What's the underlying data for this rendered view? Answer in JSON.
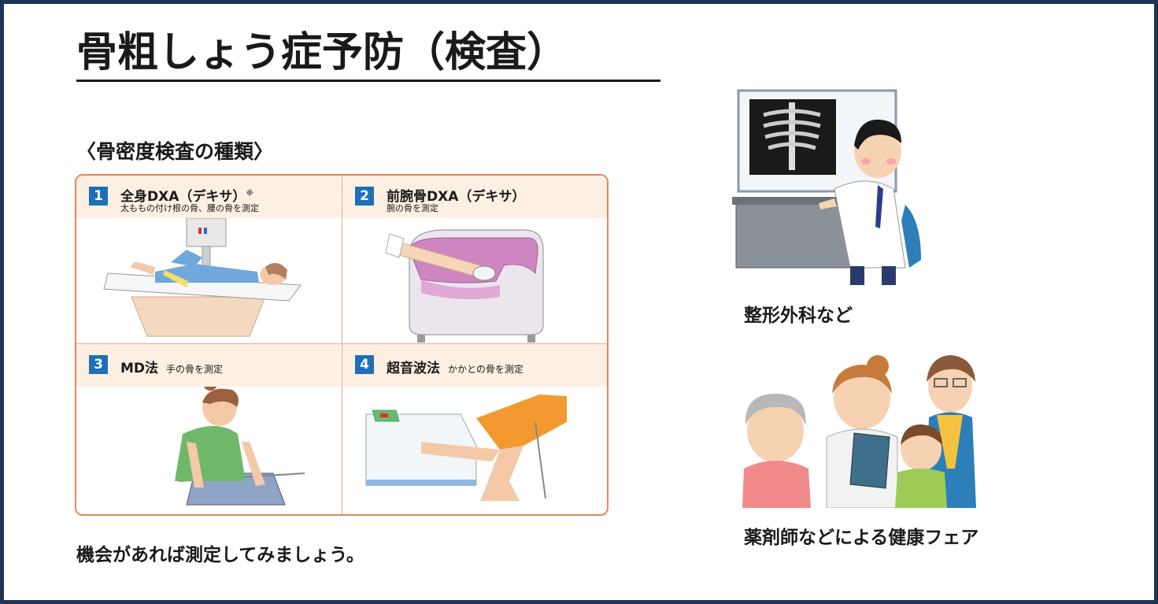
{
  "slide": {
    "title": "骨粗しょう症予防（検査）",
    "subheading": "〈骨密度検査の種類〉",
    "footer": "機会があれば測定してみましょう。"
  },
  "tests": [
    {
      "number": "1",
      "name": "全身DXA（デキサ）",
      "note": "※",
      "desc": "太ももの付け根の骨、腰の骨を測定"
    },
    {
      "number": "2",
      "name": "前腕骨DXA（デキサ）",
      "desc": "腕の骨を測定"
    },
    {
      "number": "3",
      "name": "MD法",
      "desc": "手の骨を測定"
    },
    {
      "number": "4",
      "name": "超音波法",
      "desc": "かかとの骨を測定"
    }
  ],
  "side": {
    "caption_1": "整形外科など",
    "caption_2": "薬剤師などによる健康フェア"
  },
  "colors": {
    "frame": "#1f3354",
    "grid_border": "#e8855a",
    "header_bg": "#fdf0e2",
    "number_badge": "#1d6fb8"
  }
}
